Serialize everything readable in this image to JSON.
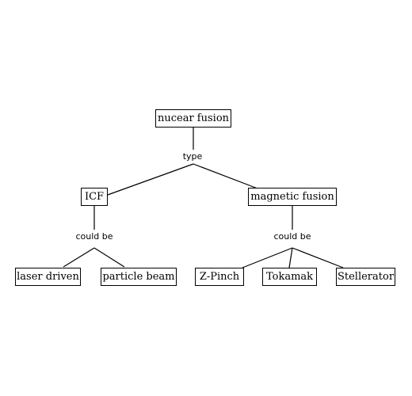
{
  "nodes": {
    "root": "nucear fusion",
    "icf": "ICF",
    "magnetic": "magnetic fusion",
    "laser": "laser driven",
    "particle": "particle beam",
    "zpinch": "Z-Pinch",
    "tokamak": "Tokamak",
    "stellerator": "Stellerator"
  },
  "link_labels": {
    "type": "type",
    "icf_could_be": "could be",
    "magnetic_could_be": "could be"
  }
}
